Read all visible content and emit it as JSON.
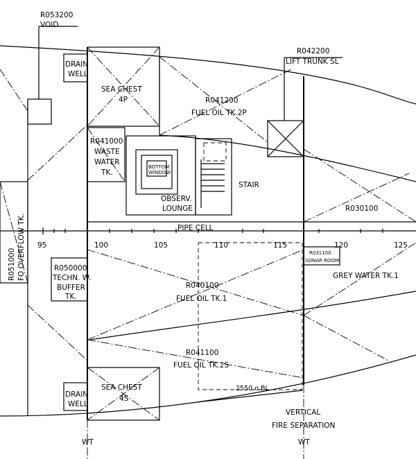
{
  "labels": {
    "void_code": "R053200",
    "void_name": "VOID",
    "drain_well_top_1": "DRAIN",
    "drain_well_top_2": "WELL",
    "sea_chest_p_1": "SEA CHEST",
    "sea_chest_p_2": "4P",
    "fuel_oil_2p_code": "R041200",
    "fuel_oil_2p_name": "FUEL OIL TK.2P",
    "lift_trunk_code": "R042200",
    "lift_trunk_name": "LIFT TRUNK SL",
    "waste_water_code": "R041000",
    "waste_water_1": "WASTE",
    "waste_water_2": "WATER",
    "waste_water_3": "TK.",
    "bottom_window_1": "BOTTOM",
    "bottom_window_2": "WINDOW",
    "observ_lounge_1": "OBSERV.",
    "observ_lounge_2": "LOUNGE",
    "stair": "STAIR",
    "r030100": "R030100",
    "pipe_cell": "PIPE CELL",
    "fo_overflow_code": "R051000",
    "fo_overflow_name": "FO OVERFLOW TK.",
    "techn_code": "R050000",
    "techn_1": "TECHN. W.",
    "techn_2": "BUFFER",
    "techn_3": "TK.",
    "fuel_oil_1_code": "R040100",
    "fuel_oil_1_name": "FUEL OIL TK.1",
    "sonar_code": "R031100",
    "sonar_name": "SONAR ROOM",
    "grey_water": "GREY WATER TK.1",
    "fuel_oil_2s_code": "R041100",
    "fuel_oil_2s_name": "FUEL OIL TK.2S",
    "dim_2550": "2550 o BL",
    "drain_well_bot_1": "DRAIN",
    "drain_well_bot_2": "WELL",
    "sea_chest_s_1": "SEA CHEST",
    "sea_chest_s_2": "4S",
    "vertical_1": "VERTICAL",
    "vertical_2": "FIRE SEPARATION",
    "wt_left": "WT",
    "wt_right": "WT"
  },
  "frame_numbers": [
    "95",
    "100",
    "105",
    "110",
    "115",
    "120",
    "125"
  ],
  "colors": {
    "line": "#000000",
    "background": "#ffffff"
  }
}
